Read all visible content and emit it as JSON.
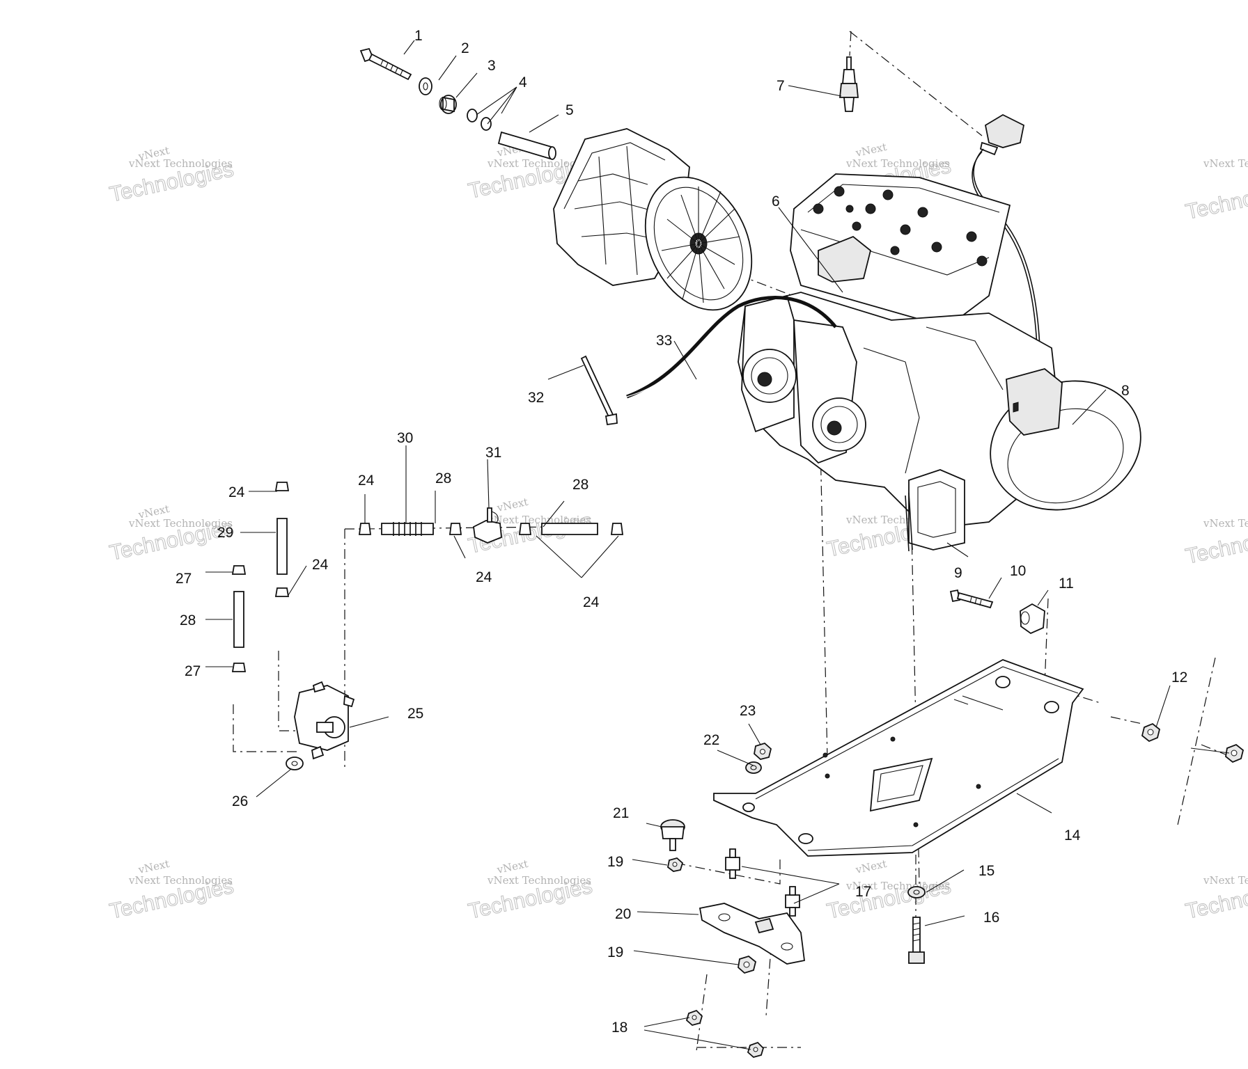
{
  "labels": {
    "l1": "1",
    "l2": "2",
    "l3": "3",
    "l4": "4",
    "l5": "5",
    "l6": "6",
    "l7": "7",
    "l8": "8",
    "l9": "9",
    "l10": "10",
    "l11": "11",
    "l12": "12",
    "l14": "14",
    "l15": "15",
    "l16": "16",
    "l17": "17",
    "l18": "18",
    "l19a": "19",
    "l19b": "19",
    "l20": "20",
    "l21": "21",
    "l22": "22",
    "l23": "23",
    "l24a": "24",
    "l24b": "24",
    "l24c": "24",
    "l24d": "24",
    "l24e": "24",
    "l25": "25",
    "l26": "26",
    "l27a": "27",
    "l27b": "27",
    "l28a": "28",
    "l28b": "28",
    "l28c": "28",
    "l29": "29",
    "l30": "30",
    "l31": "31",
    "l32": "32",
    "l33": "33"
  },
  "watermark": {
    "line1": "vNext",
    "line2": "vNext Technologies",
    "line3": "Technologies"
  }
}
